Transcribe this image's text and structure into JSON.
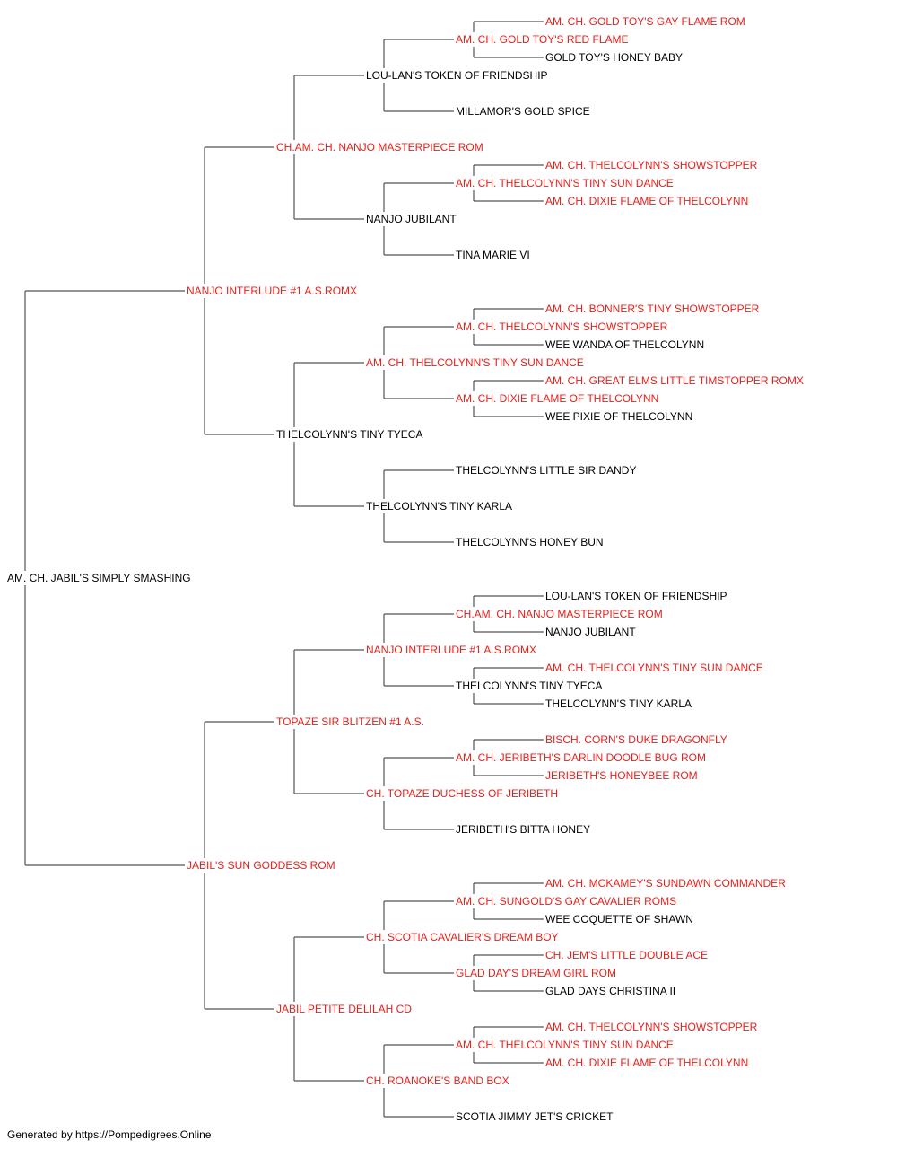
{
  "colors": {
    "champion": "#e8201b",
    "normal": "#000000",
    "line": "#555555"
  },
  "pedigree": {
    "name": "AM. CH. JABIL'S SIMPLY SMASHING",
    "champion": false,
    "sire": {
      "name": "NANJO INTERLUDE #1 A.S.ROMX",
      "champion": true,
      "sire": {
        "name": "CH.AM. CH. NANJO MASTERPIECE ROM",
        "champion": true,
        "sire": {
          "name": "LOU-LAN'S TOKEN OF FRIENDSHIP",
          "champion": false,
          "sire": {
            "name": "AM. CH. GOLD TOY'S RED FLAME",
            "champion": true,
            "sire": {
              "name": "AM. CH. GOLD TOY'S GAY FLAME ROM",
              "champion": true
            },
            "dam": {
              "name": "GOLD TOY'S HONEY BABY",
              "champion": false
            }
          },
          "dam": {
            "name": "MILLAMOR'S GOLD SPICE",
            "champion": false
          }
        },
        "dam": {
          "name": "NANJO JUBILANT",
          "champion": false,
          "sire": {
            "name": "AM. CH. THELCOLYNN'S TINY SUN DANCE",
            "champion": true,
            "sire": {
              "name": "AM. CH. THELCOLYNN'S SHOWSTOPPER",
              "champion": true
            },
            "dam": {
              "name": "AM. CH. DIXIE FLAME OF THELCOLYNN",
              "champion": true
            }
          },
          "dam": {
            "name": "TINA MARIE VI",
            "champion": false
          }
        }
      },
      "dam": {
        "name": "THELCOLYNN'S TINY TYECA",
        "champion": false,
        "sire": {
          "name": "AM. CH. THELCOLYNN'S TINY SUN DANCE",
          "champion": true,
          "sire": {
            "name": "AM. CH. THELCOLYNN'S SHOWSTOPPER",
            "champion": true,
            "sire": {
              "name": "AM. CH. BONNER'S TINY SHOWSTOPPER",
              "champion": true
            },
            "dam": {
              "name": "WEE WANDA OF THELCOLYNN",
              "champion": false
            }
          },
          "dam": {
            "name": "AM. CH. DIXIE FLAME OF THELCOLYNN",
            "champion": true,
            "sire": {
              "name": "AM. CH. GREAT ELMS LITTLE TIMSTOPPER ROMX",
              "champion": true
            },
            "dam": {
              "name": "WEE PIXIE OF THELCOLYNN",
              "champion": false
            }
          }
        },
        "dam": {
          "name": "THELCOLYNN'S TINY KARLA",
          "champion": false,
          "sire": {
            "name": "THELCOLYNN'S LITTLE SIR DANDY",
            "champion": false
          },
          "dam": {
            "name": "THELCOLYNN'S HONEY BUN",
            "champion": false
          }
        }
      }
    },
    "dam": {
      "name": "JABIL'S SUN GODDESS ROM",
      "champion": true,
      "sire": {
        "name": "TOPAZE SIR BLITZEN #1 A.S.",
        "champion": true,
        "sire": {
          "name": "NANJO INTERLUDE #1 A.S.ROMX",
          "champion": true,
          "sire": {
            "name": "CH.AM. CH. NANJO MASTERPIECE ROM",
            "champion": true,
            "sire": {
              "name": "LOU-LAN'S TOKEN OF FRIENDSHIP",
              "champion": false
            },
            "dam": {
              "name": "NANJO JUBILANT",
              "champion": false
            }
          },
          "dam": {
            "name": "THELCOLYNN'S TINY TYECA",
            "champion": false,
            "sire": {
              "name": "AM. CH. THELCOLYNN'S TINY SUN DANCE",
              "champion": true
            },
            "dam": {
              "name": "THELCOLYNN'S TINY KARLA",
              "champion": false
            }
          }
        },
        "dam": {
          "name": "CH. TOPAZE DUCHESS OF JERIBETH",
          "champion": true,
          "sire": {
            "name": "AM. CH. JERIBETH'S DARLIN DOODLE BUG ROM",
            "champion": true,
            "sire": {
              "name": "BISCH. CORN'S DUKE DRAGONFLY",
              "champion": true
            },
            "dam": {
              "name": "JERIBETH'S HONEYBEE ROM",
              "champion": true
            }
          },
          "dam": {
            "name": "JERIBETH'S BITTA HONEY",
            "champion": false
          }
        }
      },
      "dam": {
        "name": "JABIL PETITE DELILAH CD",
        "champion": true,
        "sire": {
          "name": "CH. SCOTIA CAVALIER'S DREAM BOY",
          "champion": true,
          "sire": {
            "name": "AM. CH. SUNGOLD'S GAY CAVALIER ROMS",
            "champion": true,
            "sire": {
              "name": "AM. CH. MCKAMEY'S SUNDAWN COMMANDER",
              "champion": true
            },
            "dam": {
              "name": "WEE COQUETTE OF SHAWN",
              "champion": false
            }
          },
          "dam": {
            "name": "GLAD DAY'S DREAM GIRL ROM",
            "champion": true,
            "sire": {
              "name": "CH. JEM'S LITTLE DOUBLE ACE",
              "champion": true
            },
            "dam": {
              "name": "GLAD DAYS CHRISTINA II",
              "champion": false
            }
          }
        },
        "dam": {
          "name": "CH. ROANOKE'S BAND BOX",
          "champion": true,
          "sire": {
            "name": "AM. CH. THELCOLYNN'S TINY SUN DANCE",
            "champion": true,
            "sire": {
              "name": "AM. CH. THELCOLYNN'S SHOWSTOPPER",
              "champion": true
            },
            "dam": {
              "name": "AM. CH. DIXIE FLAME OF THELCOLYNN",
              "champion": true
            }
          },
          "dam": {
            "name": "SCOTIA JIMMY JET'S CRICKET",
            "champion": false
          }
        }
      }
    }
  },
  "footer": "Generated by https://Pompedigrees.Online"
}
